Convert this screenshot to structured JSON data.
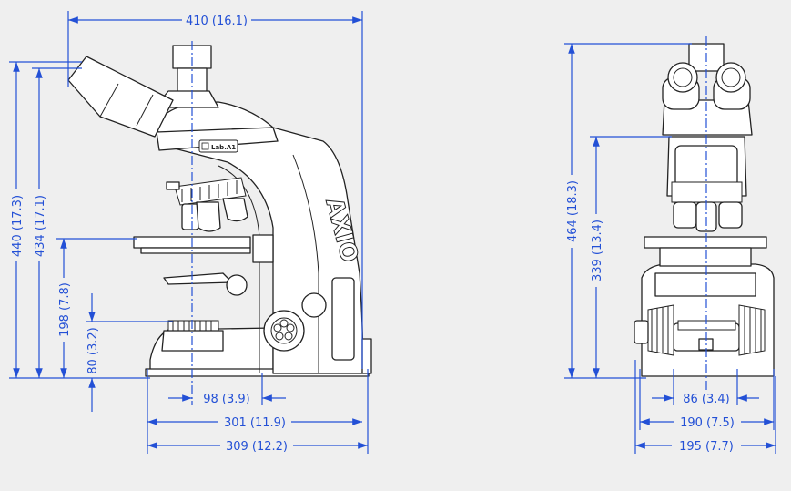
{
  "colors": {
    "dimension": "#2350d6",
    "background": "#efefef",
    "outline": "#222222"
  },
  "side_view": {
    "brand": "AXIO",
    "model_label": "Lab.A1",
    "dimensions": {
      "width_top": "410 (16.1)",
      "height_total": "440 (17.3)",
      "height_eyepiece": "434 (17.1)",
      "stage_height": "198 (7.8)",
      "condenser_height": "80 (3.2)",
      "axis_offset": "98 (3.9)",
      "base_depth": "301 (11.9)",
      "overall_depth": "309 (12.2)"
    }
  },
  "front_view": {
    "dimensions": {
      "height_total": "464 (18.3)",
      "height_head": "339 (13.4)",
      "foot_spacing": "86 (3.4)",
      "base_width": "190 (7.5)",
      "overall_width": "195 (7.7)"
    }
  }
}
